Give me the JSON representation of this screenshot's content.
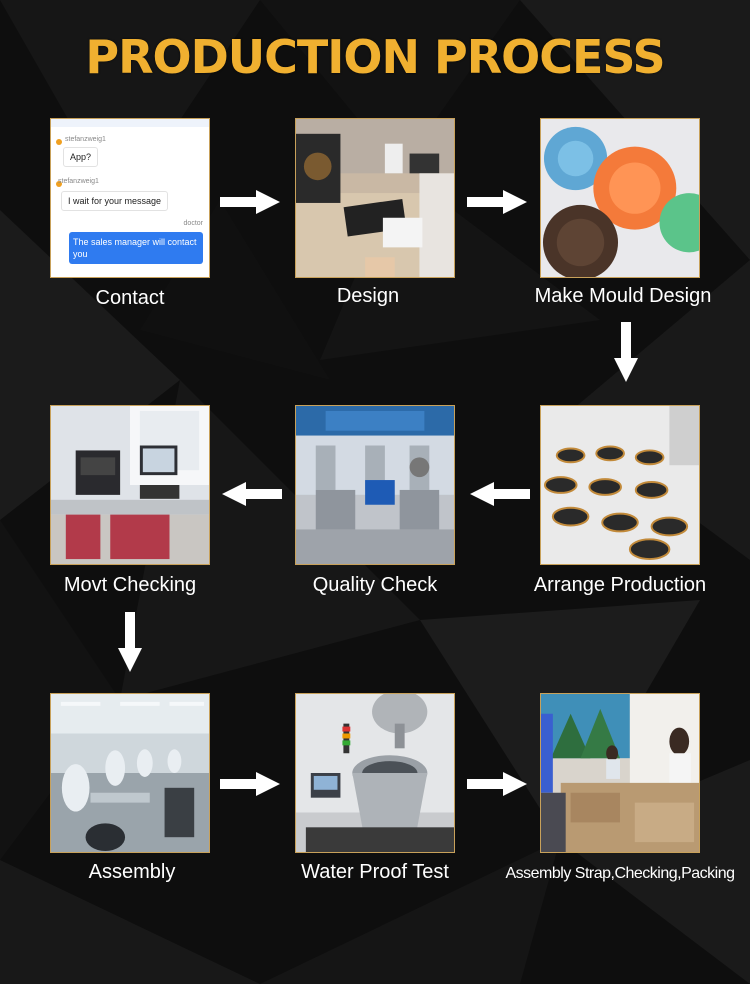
{
  "page": {
    "title": "PRODUCTION PROCESS",
    "colors": {
      "title": "#f0b030",
      "frame": "#c8a15a",
      "background": "#0e0e0e",
      "arrow": "#ffffff"
    }
  },
  "steps": [
    {
      "label": "Contact",
      "chat": {
        "user1": "stefanzweig1",
        "msg1": "App?",
        "user2": "stefanzweig1",
        "msg2": "I wait for your message",
        "user3": "doctor",
        "reply": "The sales manager will contact you"
      }
    },
    {
      "label": "Design"
    },
    {
      "label": "Make Mould Design"
    },
    {
      "label": "Arrange Production"
    },
    {
      "label": "Quality Check"
    },
    {
      "label": "Movt Checking"
    },
    {
      "label": "Assembly"
    },
    {
      "label": "Water Proof Test"
    },
    {
      "label": "Assembly Strap,Checking,Packing"
    }
  ],
  "arrows": [
    "arrow-right",
    "arrow-right",
    "arrow-down",
    "arrow-left",
    "arrow-left",
    "arrow-down",
    "arrow-right",
    "arrow-right"
  ]
}
